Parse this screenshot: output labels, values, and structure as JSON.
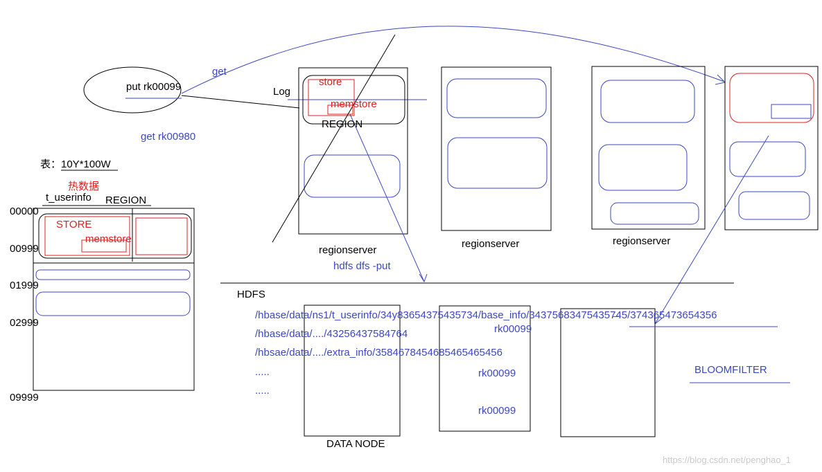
{
  "client": {
    "put_label": "put rk00099",
    "get_label": "get",
    "get_rk_label": "get rk00980"
  },
  "table": {
    "title": "表：10Y*100W",
    "hot_data": "热数据",
    "name": "t_userinfo",
    "region_label": "REGION",
    "store_label": "STORE",
    "memstore_label": "memstore",
    "row_keys": [
      "00000",
      "00999",
      "01999",
      "02999",
      "09999"
    ]
  },
  "regionserver1": {
    "log_label": "Log",
    "store_label": "store",
    "memstore_label": "memstore",
    "region_label": "REGION"
  },
  "regionservers": [
    "regionserver",
    "regionserver",
    "regionserver"
  ],
  "hdfs": {
    "put_label": "hdfs dfs -put",
    "title": "HDFS",
    "paths": [
      "/hbase/data/ns1/t_userinfo/34y83654375435734/base_info/343756834754357̶45/374365473654356",
      "/hbase/data/..../43256437584764",
      "/hbsae/data/..../extra_info/3584678454685465465456",
      ".....",
      "....."
    ],
    "rk_labels": [
      "rk00099",
      "rk00099",
      "rk00099"
    ],
    "data_node_label": "DATA NODE",
    "bloomfilter_label": "BLOOMFILTER"
  },
  "watermark": "https://blog.csdn.net/penghao_1",
  "colors": {
    "blue": "#3c47c2",
    "red": "#e02020",
    "black": "#000000"
  }
}
